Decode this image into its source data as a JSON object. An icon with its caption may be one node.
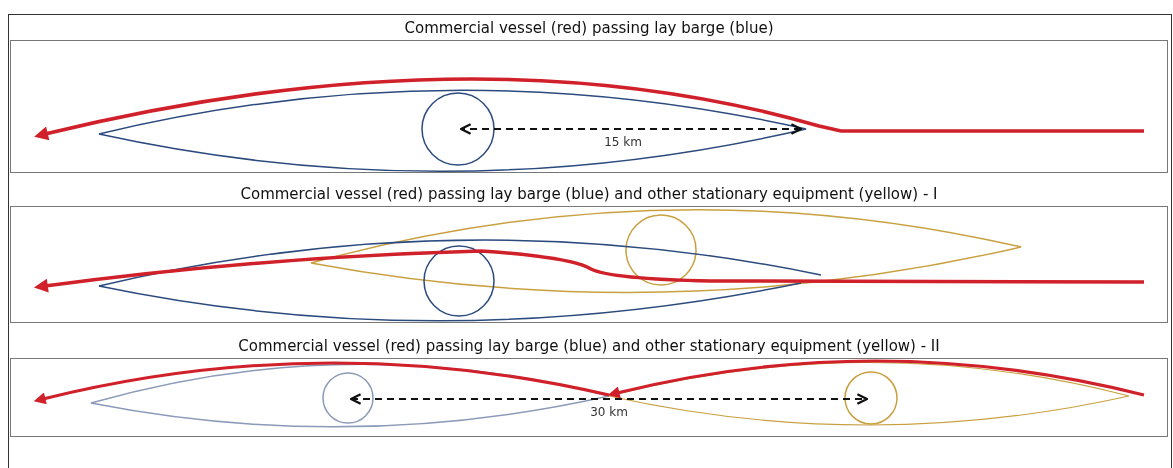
{
  "diagram": {
    "nodes": [
      {
        "text": [
          "Commercial vessel (red) passing lay barge (blue)"
        ]
      },
      {
        "text": [
          "Commercial vessel (red) passing lay barge (blue) and other stationary equipment (yellow) - I"
        ]
      },
      {
        "text": [
          "Commercial vessel (red) passing lay barge (blue) and other stationary equipment (yellow) - II"
        ]
      }
    ],
    "labels": [
      "15 km",
      "30 km"
    ]
  }
}
